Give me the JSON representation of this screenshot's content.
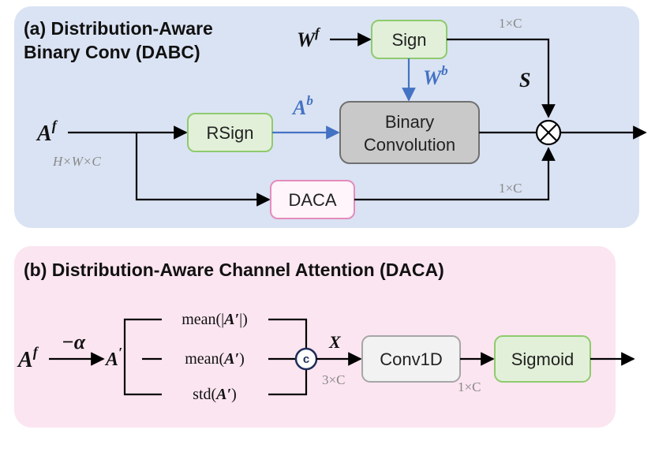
{
  "panel_a": {
    "title_line1": "(a) Distribution-Aware",
    "title_line2": "Binary Conv (DABC)",
    "sign_box": "Sign",
    "rsign_box": "RSign",
    "binary_conv_line1": "Binary",
    "binary_conv_line2": "Convolution",
    "daca_box": "DACA",
    "weight_input": {
      "base": "W",
      "sup": "f"
    },
    "binary_weight": {
      "base": "W",
      "sup": "b"
    },
    "activation_input": {
      "base": "A",
      "sup": "f"
    },
    "binary_activation": {
      "base": "A",
      "sup": "b"
    },
    "scale_label": "S",
    "input_dims": "H×W×C",
    "scale_dims": "1×C",
    "daca_dims": "1×C"
  },
  "panel_b": {
    "title": "(b) Distribution-Aware Channel Attention (DACA)",
    "input": {
      "base": "A",
      "sup": "f"
    },
    "shift": "−α",
    "shifted": {
      "base": "A",
      "sup": "′"
    },
    "branch_top": {
      "fn": "mean(|",
      "arg": "A′",
      "close": "|)"
    },
    "branch_mid": {
      "fn": "mean(",
      "arg": "A′",
      "close": ")"
    },
    "branch_bot": {
      "fn": "std(",
      "arg": "A′",
      "close": ")"
    },
    "concat_symbol": "c",
    "concat_out": "X",
    "concat_dims": "3×C",
    "conv1d_box": "Conv1D",
    "conv1d_dims": "1×C",
    "sigmoid_box": "Sigmoid"
  },
  "colors": {
    "panel_a_bg": "#dae3f3",
    "panel_b_bg": "#fbe5f0",
    "green_box": "#e2f0d9",
    "green_border": "#8fca6e",
    "gray_box": "#c9c9c9",
    "gray_border": "#707070",
    "pink_box": "#fff5fa",
    "pink_border": "#e58bbd",
    "light_box": "#f2f2f2",
    "light_border": "#a6a6a6",
    "blue_arrow": "#4472c4"
  }
}
